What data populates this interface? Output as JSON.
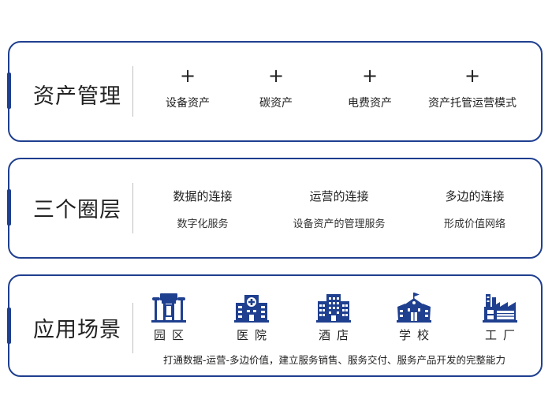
{
  "asset_management": {
    "title": "资产管理",
    "items": [
      {
        "plus": "+",
        "label": "设备资产"
      },
      {
        "plus": "+",
        "label": "碳资产"
      },
      {
        "plus": "+",
        "label": "电费资产"
      },
      {
        "plus": "+",
        "label": "资产托管运营模式"
      }
    ]
  },
  "three_layers": {
    "title": "三个圈层",
    "items": [
      {
        "title": "数据的连接",
        "sub": "数字化服务"
      },
      {
        "title": "运营的连接",
        "sub": "设备资产的管理服务"
      },
      {
        "title": "多边的连接",
        "sub": "形成价值网络"
      }
    ]
  },
  "scenarios": {
    "title": "应用场景",
    "items": [
      {
        "icon": "park-icon",
        "label": "园区"
      },
      {
        "icon": "hospital-icon",
        "label": "医院"
      },
      {
        "icon": "hotel-icon",
        "label": "酒店"
      },
      {
        "icon": "school-icon",
        "label": "学校"
      },
      {
        "icon": "factory-icon",
        "label": "工厂"
      }
    ],
    "summary": "打通数据-运营-多边价值，建立服务销售、服务交付、服务产品开发的完整能力"
  },
  "colors": {
    "border": "#1f3f8f",
    "icon": "#1f3f8f"
  }
}
